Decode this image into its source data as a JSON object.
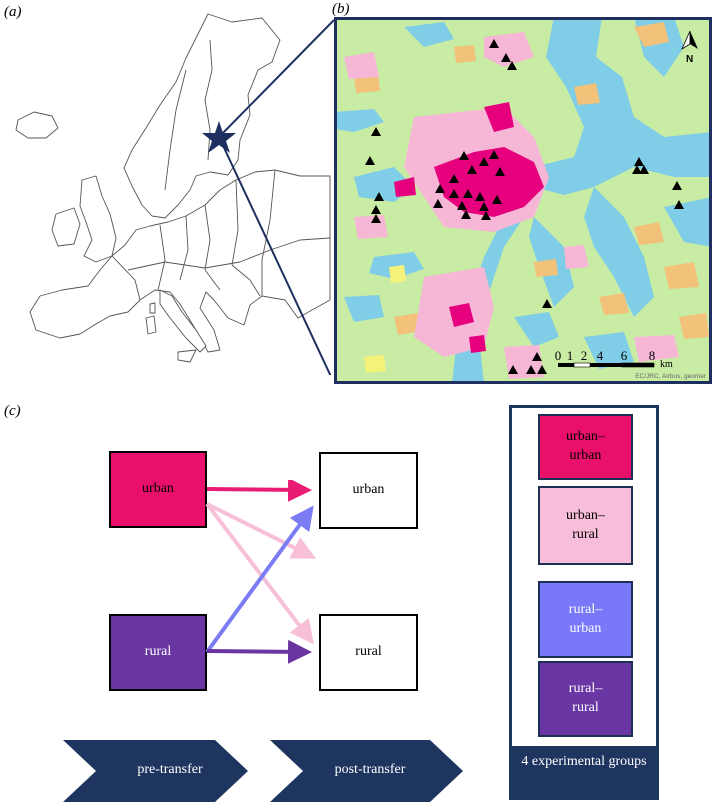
{
  "panels": {
    "a": "(a)",
    "b": "(b)",
    "c": "(c)"
  },
  "map_b": {
    "north_label": "N",
    "scale_ticks": [
      "0",
      "1",
      "2",
      "4",
      "6",
      "8"
    ],
    "scale_unit": "km",
    "attribution": "EC/JRC, Airbus, geomer",
    "colors": {
      "forest": "#c9eca4",
      "water": "#7fcde6",
      "urban_dense": "#e6007e",
      "urban_light": "#f6b7d6",
      "agriculture": "#f2c17a"
    }
  },
  "diagram": {
    "pre_urban": "urban",
    "pre_rural": "rural",
    "post_urban": "urban",
    "post_rural": "rural",
    "arrow_colors": {
      "urban_urban": "#e91c73",
      "urban_rural": "#f7bfd8",
      "rural_urban": "#7b7cf4",
      "rural_rural": "#6a35a0"
    }
  },
  "groups": [
    {
      "label": "urban–\nurban",
      "color": "#e8106b",
      "text_color": "#000000"
    },
    {
      "label": "urban–\nrural",
      "color": "#f8bdd9",
      "text_color": "#000000"
    },
    {
      "label": "rural–\nurban",
      "color": "#7878f8",
      "text_color": "#ffffff"
    },
    {
      "label": "rural–\nrural",
      "color": "#6a36a3",
      "text_color": "#ffffff"
    }
  ],
  "timeline": {
    "pre_transfer": "pre-transfer",
    "post_transfer": "post-transfer",
    "groups_label": "4 experimental groups"
  }
}
